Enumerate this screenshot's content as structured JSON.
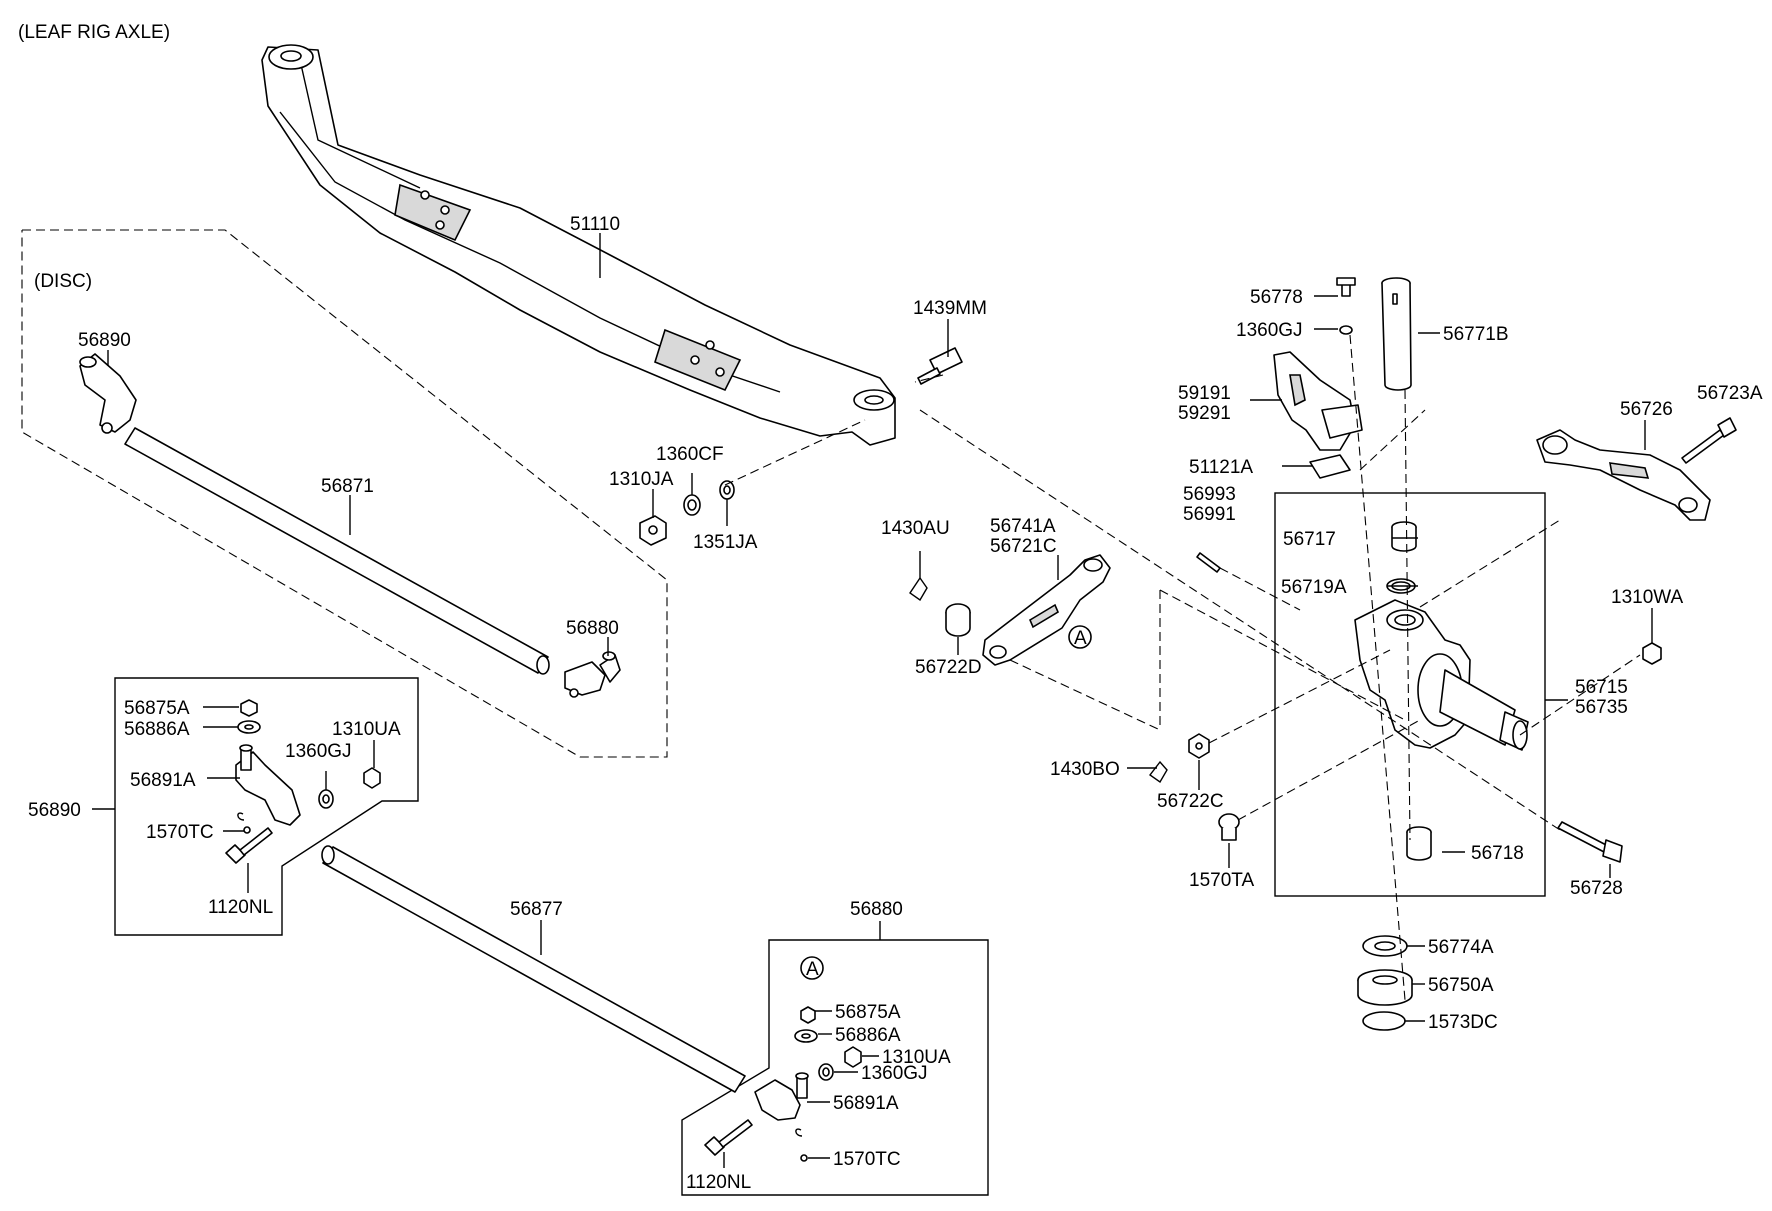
{
  "diagram": {
    "section_title": "(LEAF RIG AXLE)",
    "variant_label": "(DISC)",
    "callout_symbol": "A",
    "part_numbers": {
      "axle_beam": "51110",
      "axle_bolt": "1439MM",
      "axle_nut": "1310JA",
      "axle_washer_a": "1360CF",
      "axle_washer_b": "1351JA",
      "tie_rod_end_left_disc": "56890",
      "tie_rod_disc": "56871",
      "tie_rod_end_right_disc": "56880",
      "kit_left_nut": "56875A",
      "kit_left_washer": "56886A",
      "kit_left_nut_b": "1310UA",
      "kit_left_washer_b": "1360GJ",
      "kit_left_arm": "56891A",
      "kit_left_pin": "1570TC",
      "kit_left_bolt": "1120NL",
      "kit_left_group": "56890",
      "tie_rod": "56877",
      "kit_right_group": "56880",
      "kit_right_nut": "56875A",
      "kit_right_washer": "56886A",
      "kit_right_nut_b": "1310UA",
      "kit_right_washer_b": "1360GJ",
      "kit_right_arm": "56891A",
      "kit_right_bolt": "1120NL",
      "kit_right_pin": "1570TC",
      "cotter_pin_upper": "1430AU",
      "knuckle_arm_a": "56741A",
      "knuckle_arm_b": "56721C",
      "bushing": "56722D",
      "cotter_pin_lower": "1430BO",
      "castle_nut": "56722C",
      "grease_fitting": "1570TA",
      "stopper_bolt": "56778",
      "stopper_washer": "1360GJ",
      "bracket_a": "59191",
      "bracket_b": "59291",
      "bracket_plate": "51121A",
      "king_pin": "56771B",
      "lock_pin_a": "56993",
      "lock_pin_b": "56991",
      "bush_upper": "56717",
      "seal_upper": "56719A",
      "knuckle_a": "56715",
      "knuckle_b": "56735",
      "bush_lower": "56718",
      "knuckle_bolt": "56728",
      "steering_arm": "56726",
      "steering_arm_bolt": "56723A",
      "steering_arm_nut": "1310WA",
      "shim": "56774A",
      "thrust_bearing": "56750A",
      "cap": "1573DC"
    }
  }
}
